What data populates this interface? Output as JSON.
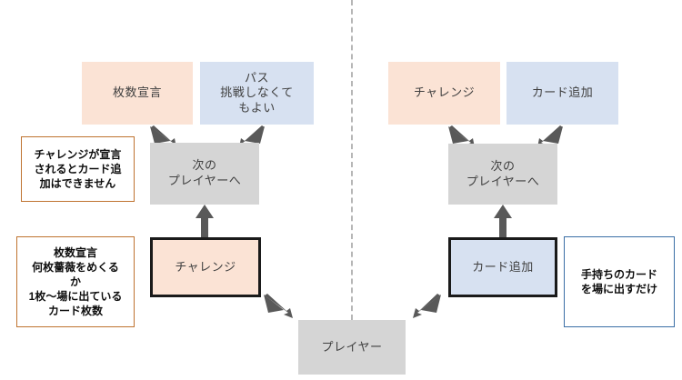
{
  "diagram": {
    "title_visible": false,
    "colors": {
      "peach": "#fbe3d5",
      "blue": "#d7e1f1",
      "gray": "#d5d5d5",
      "arrow": "#595959",
      "callout_orange_border": "#bf7330",
      "callout_blue_border": "#3a6ea5",
      "thick_border": "#1a1a1a",
      "divider": "#b6b6b6",
      "text": "#404040"
    },
    "left_branch": {
      "top_options": [
        {
          "label": "枚数宣言",
          "style": "peach"
        },
        {
          "label": "パス\n挑戦しなくて\nもよい",
          "style": "blue"
        }
      ],
      "next_player": {
        "label": "次の\nプレイヤーへ",
        "style": "gray"
      },
      "action": {
        "label": "チャレンジ",
        "style": "peach"
      },
      "callouts": [
        {
          "label": "チャレンジが宣言\nされるとカード追\n加はできません",
          "style": "orange"
        },
        {
          "label": "枚数宣言\n何枚薔薇をめくる\nか\n1枚～場に出ている\nカード枚数",
          "style": "orange"
        }
      ]
    },
    "right_branch": {
      "top_options": [
        {
          "label": "チャレンジ",
          "style": "peach"
        },
        {
          "label": "カード追加",
          "style": "blue"
        }
      ],
      "next_player": {
        "label": "次の\nプレイヤーへ",
        "style": "gray"
      },
      "action": {
        "label": "カード追加",
        "style": "blue"
      },
      "callouts": [
        {
          "label": "手持ちのカード\nを場に出すだけ",
          "style": "blue"
        }
      ]
    },
    "player": {
      "label": "プレイヤー",
      "style": "gray"
    }
  }
}
